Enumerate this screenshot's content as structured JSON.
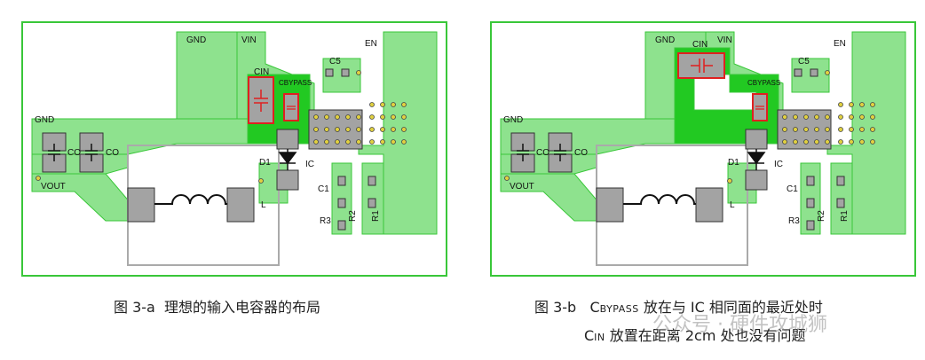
{
  "boards": [
    {
      "labels": {
        "gnd_top": "GND",
        "vin": "VIN",
        "en": "EN",
        "c5": "C5",
        "cin": "CIN",
        "cbypass": "CBYPASS",
        "gnd_left": "GND",
        "co1": "CO",
        "co2": "CO",
        "vout": "VOUT",
        "d1": "D1",
        "ic": "IC",
        "c1": "C1",
        "l": "L",
        "r3": "R3",
        "r2": "R2",
        "r1": "R1"
      }
    },
    {
      "labels": {
        "gnd_top": "GND",
        "vin": "VIN",
        "en": "EN",
        "c5": "C5",
        "cin": "CIN",
        "cbypass": "CBYPASS",
        "gnd_left": "GND",
        "co1": "CO",
        "co2": "CO",
        "vout": "VOUT",
        "d1": "D1",
        "ic": "IC",
        "c1": "C1",
        "l": "L",
        "r3": "R3",
        "r2": "R2",
        "r1": "R1"
      }
    }
  ],
  "captions": {
    "a_prefix": "图 3-a",
    "a_text": "理想的输入电容器的布局",
    "b_prefix": "图 3-b",
    "b_cbypass_main": "C",
    "b_cbypass_sub": "BYPASS",
    "b_line1_rest": "放在与 IC 相同面的最近处时",
    "b_cin_main": "C",
    "b_cin_sub": "IN",
    "b_line2_rest": "放置在距离 2cm 处也没有问题"
  },
  "watermark": "公众号 · 硬件攻城狮",
  "colors": {
    "board_border": "#39c739",
    "copper": "#8ee28e",
    "copper_dark": "#22c922",
    "pad": "#a3a3a3",
    "highlight": "#e02020"
  }
}
